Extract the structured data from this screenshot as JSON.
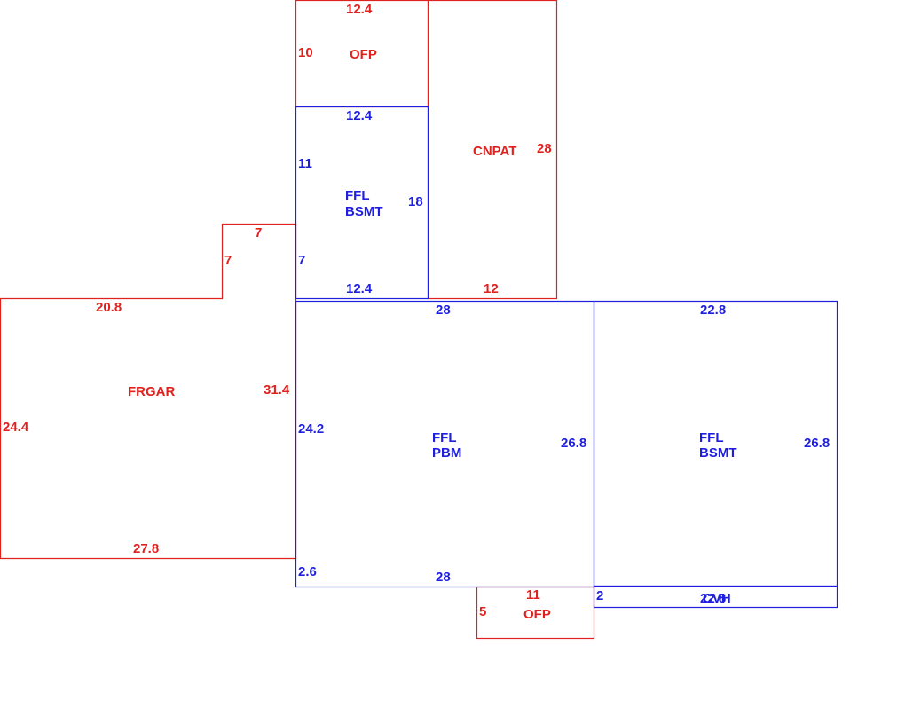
{
  "colors": {
    "red": "#e0221f",
    "blue": "#1f1fe0",
    "background": "#ffffff"
  },
  "areas": {
    "ofp_top": {
      "label": "OFP",
      "dims": {
        "top": "12.4",
        "left": "10"
      }
    },
    "ffl_bsmt_upper": {
      "label_line1": "FFL",
      "label_line2": "BSMT",
      "dims": {
        "top": "12.4",
        "left_upper": "11",
        "right": "18",
        "left_lower": "7",
        "bottom": "12.4"
      }
    },
    "cnpat": {
      "label": "CNPAT",
      "dims": {
        "right": "28",
        "bottom": "12"
      }
    },
    "frgar": {
      "label": "FRGAR",
      "dims": {
        "notch_top": "7",
        "notch_left": "7",
        "top": "20.8",
        "right": "31.4",
        "left": "24.4",
        "bottom": "27.8"
      }
    },
    "ffl_pbm": {
      "label_line1": "FFL",
      "label_line2": "PBM",
      "dims": {
        "top": "28",
        "left": "24.2",
        "right": "26.8",
        "left_lower": "2.6",
        "bottom": "28"
      }
    },
    "ffl_bsmt_right": {
      "label_line1": "FFL",
      "label_line2": "BSMT",
      "dims": {
        "top": "22.8",
        "right": "26.8"
      }
    },
    "ofp_bottom": {
      "label": "OFP",
      "dims": {
        "top": "11",
        "left": "5"
      }
    },
    "strip": {
      "label": "CVH",
      "dims": {
        "left": "2",
        "bottom": "22.8"
      }
    }
  }
}
